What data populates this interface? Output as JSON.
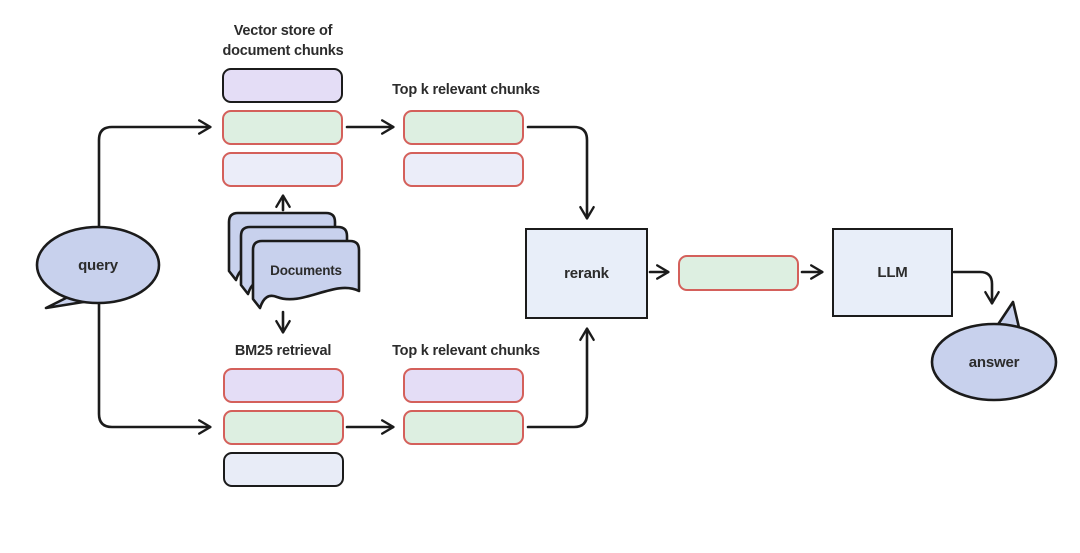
{
  "colors": {
    "chunk_purple": "#e4ddf6",
    "chunk_green": "#ddefe1",
    "chunk_light": "#ebedf9",
    "chunk_light2": "#e8ecf7",
    "red_border": "#d4605b",
    "dark_border": "#1b1b1b",
    "process_fill": "#e8eef9",
    "bubble_fill": "#c8d1ed",
    "arrow": "#1b1b1b",
    "text": "#2c2c2c"
  },
  "nodes": {
    "query": {
      "label": "query"
    },
    "answer": {
      "label": "answer"
    },
    "documents": {
      "label": "Documents"
    },
    "rerank": {
      "label": "rerank"
    },
    "llm": {
      "label": "LLM"
    },
    "vector_store": {
      "title": "Vector store of\ndocument chunks",
      "chunks": [
        {
          "name": "chunk-purple",
          "fill": "chunk_purple",
          "border": "dark_border"
        },
        {
          "name": "chunk-green",
          "fill": "chunk_green",
          "border": "red_border"
        },
        {
          "name": "chunk-light",
          "fill": "chunk_light",
          "border": "red_border"
        }
      ]
    },
    "top_k_upper": {
      "title": "Top k relevant chunks",
      "chunks": [
        {
          "name": "chunk-green",
          "fill": "chunk_green",
          "border": "red_border"
        },
        {
          "name": "chunk-light",
          "fill": "chunk_light",
          "border": "red_border"
        }
      ]
    },
    "bm25": {
      "title": "BM25 retrieval",
      "chunks": [
        {
          "name": "chunk-purple",
          "fill": "chunk_purple",
          "border": "red_border"
        },
        {
          "name": "chunk-green",
          "fill": "chunk_green",
          "border": "red_border"
        },
        {
          "name": "chunk-light",
          "fill": "chunk_light2",
          "border": "dark_border"
        }
      ]
    },
    "top_k_lower": {
      "title": "Top k relevant chunks",
      "chunks": [
        {
          "name": "chunk-purple",
          "fill": "chunk_purple",
          "border": "red_border"
        },
        {
          "name": "chunk-green",
          "fill": "chunk_green",
          "border": "red_border"
        }
      ]
    },
    "reranked": {
      "chunks": [
        {
          "name": "chunk-green",
          "fill": "chunk_green",
          "border": "red_border"
        }
      ]
    }
  }
}
